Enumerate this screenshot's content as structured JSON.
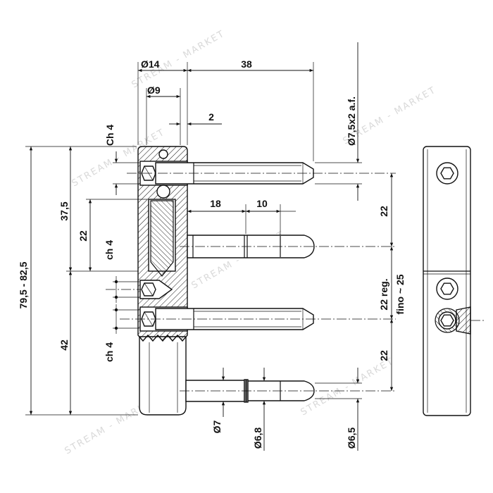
{
  "dimensions": {
    "head_diameter": "Ø14",
    "pin_length": "38",
    "ball_bore_diameter": "Ø9",
    "collar_offset": "2",
    "chamfer_top": "Ch 4",
    "socket_size": "Ø7,5x2 a.f.",
    "upper_leaf_height": "37,5",
    "bore_length": "22",
    "shank_length": "18",
    "tip_length": "10",
    "pitch_upper": "22",
    "chamfer_middle": "ch 4",
    "overall_height": "79,5 - 82,5",
    "pitch_adjustable": "22 reg.",
    "pitch_adjustable_max": "fino ~ 25",
    "lower_leaf_height": "42",
    "pitch_lower": "22",
    "chamfer_lower": "ch 4",
    "pin_diameter_7": "Ø7",
    "pin_diameter_6_8": "Ø6,8",
    "tip_diameter_6_5": "Ø6,5"
  },
  "watermark": "STREAM - MARKET"
}
